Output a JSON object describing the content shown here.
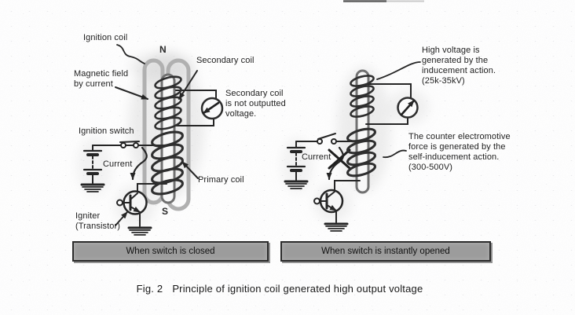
{
  "page": {
    "caption": {
      "number": "Fig. 2",
      "title": "Principle of ignition coil generated high output voltage"
    }
  },
  "left_diagram": {
    "banner": "When switch is closed",
    "labels": {
      "ignition_coil": "Ignition coil",
      "pole_n": "N",
      "pole_s": "S",
      "secondary_coil": "Secondary coil",
      "magnetic_field": [
        "Magnetic field",
        "by current"
      ],
      "secondary_note": [
        "Secondary coil",
        "is not outputted",
        "voltage."
      ],
      "ignition_switch": "Ignition switch",
      "current": "Current",
      "primary_coil": "Primary coil",
      "igniter": [
        "Igniter",
        "(Transistor)"
      ]
    }
  },
  "right_diagram": {
    "banner": "When switch is instantly opened",
    "labels": {
      "current": "Current",
      "high_voltage_note": [
        "High voltage is",
        "generated by the",
        "inducement action.",
        "(25k-35kV)"
      ],
      "counter_emf_note": [
        "The counter electromotive",
        "force is generated by the",
        "self-inducement action.",
        "(300-500V)"
      ]
    }
  },
  "colors": {
    "ink": "#222222",
    "winding_ink": "#2b2b2b",
    "tube_gray": "#b0b0b0",
    "banner_fill": "#9c9c9c",
    "banner_border": "#2b2b2b"
  }
}
